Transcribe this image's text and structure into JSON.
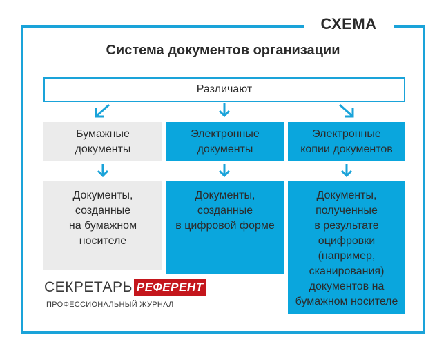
{
  "tag": "СХЕМА",
  "title": "Система документов организации",
  "top_label": "Различают",
  "columns": [
    {
      "header": "Бумажные\nдокументы",
      "content": "Документы,\nсозданные\nна бумажном\nносителе"
    },
    {
      "header": "Электронные\nдокументы",
      "content": "Документы,\nсозданные\nв цифровой форме"
    },
    {
      "header": "Электронные\nкопии документов",
      "content": "Документы,\nполученные\nв результате\nоцифровки\n(например,\nсканирования)\nдокументов на\nбумажном носителе"
    }
  ],
  "logo": {
    "left": "СЕКРЕТАРЬ",
    "right": "РЕФЕРЕНТ",
    "subtitle": "ПРОФЕССИОНАЛЬНЫЙ ЖУРНАЛ"
  },
  "colors": {
    "accent": "#1aa3d9",
    "blue_fill": "#0aa6dd",
    "gray_fill": "#ebebeb",
    "logo_red": "#c4161c"
  }
}
